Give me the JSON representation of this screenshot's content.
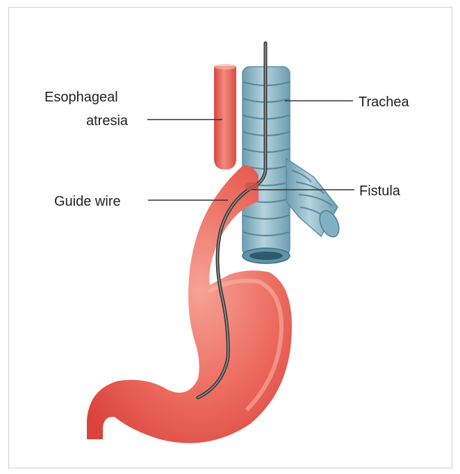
{
  "labels": {
    "esophageal_line1": "Esophageal",
    "esophageal_line2": "atresia",
    "trachea": "Trachea",
    "fistula": "Fistula",
    "guide_wire": "Guide wire"
  },
  "colors": {
    "esophagus": "#e8584e",
    "esophagus_highlight": "#f29a8c",
    "trachea": "#8fb8c8",
    "trachea_dark": "#4e7f93",
    "wire": "#4a4a4a",
    "leader": "#333333"
  }
}
